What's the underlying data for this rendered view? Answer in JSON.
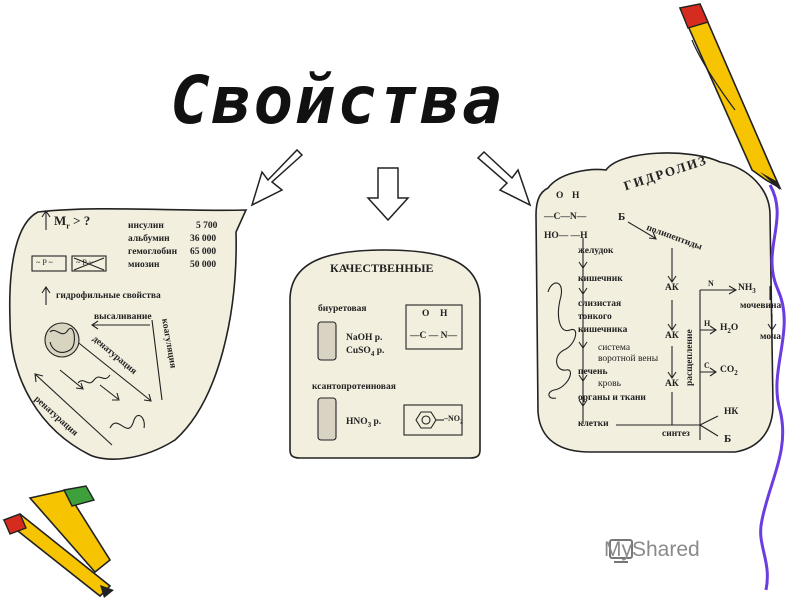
{
  "title": "Свойства",
  "left_panel": {
    "mr_label": "M",
    "mr_sub": "r",
    "mr_question": "> ?",
    "proteins": [
      {
        "name": "инсулин",
        "value": "5 700"
      },
      {
        "name": "альбумин",
        "value": "36 000"
      },
      {
        "name": "гемоглобин",
        "value": "65 000"
      },
      {
        "name": "миозин",
        "value": "50 000"
      }
    ],
    "box1": "~ P ~",
    "box2": "~ P ~",
    "hydrophilic": "гидрофильные свойства",
    "salting_out": "высаливание",
    "coagulation": "коагуляция",
    "denaturation": "денатурация",
    "renaturation": "ренатурация"
  },
  "center_panel": {
    "header": "КАЧЕСТВЕННЫЕ",
    "biuret": "биуретовая",
    "reagent1": "NaOH р.",
    "reagent2": "CuSO",
    "reagent2_sub": "4",
    "reagent2_tail": " р.",
    "peptide_o": "O",
    "peptide_h": "H",
    "peptide_bond": "—C — N—",
    "xantho": "ксантопротеиновая",
    "reagent3": "HNO",
    "reagent3_sub": "3",
    "reagent3_tail": " р.",
    "nitro": "NO",
    "nitro_sub": "2"
  },
  "right_panel": {
    "header": "ГИДРОЛИЗ",
    "bond_o": "O",
    "bond_h": "H",
    "bond_mid": "—C—N—",
    "bond_bottom": "HO—   —H",
    "b_label": "Б",
    "polypeptides": "полипептиды",
    "digestion_steps": [
      "желудок",
      "кишечник",
      "слизистая",
      "тонкого",
      "кишечника",
      "система",
      "воротной вены",
      "печень",
      "кровь",
      "органы и ткани",
      "клетки"
    ],
    "ak": "АК",
    "n_label": "N",
    "nh3": "NH",
    "nh3_sub": "3",
    "urea": "мочевина",
    "urine": "моча",
    "h_label": "H",
    "h2o": "H",
    "h2o_sub": "2",
    "h2o_tail": "O",
    "c_label": "C",
    "co2": "CO",
    "co2_sub": "2",
    "cleavage": "расщепление",
    "nk": "НК",
    "synthesis": "синтез",
    "b_out": "Б"
  },
  "watermark": "MyShared",
  "colors": {
    "sketch_fill": "#f3efdf",
    "stroke": "#222222",
    "pencil_yellow": "#f6c400",
    "pencil_red": "#d62b1f",
    "vine": "#6b3ce0"
  }
}
